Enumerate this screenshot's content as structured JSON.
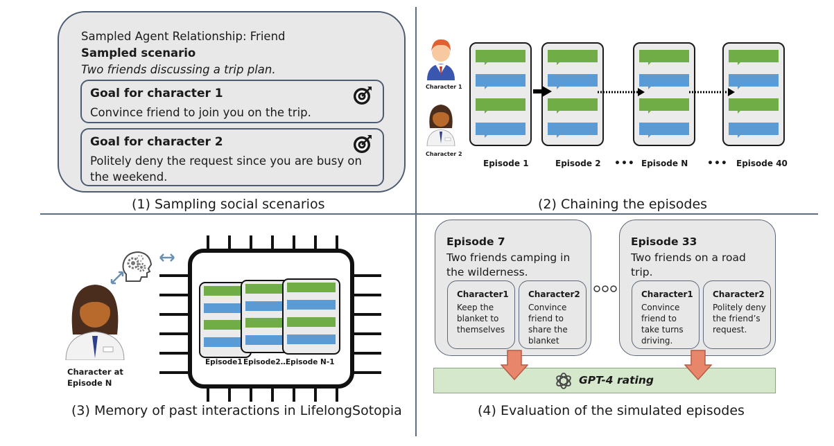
{
  "panel1": {
    "relationship": "Sampled Agent Relationship: Friend",
    "scenario_heading": "Sampled scenario",
    "scenario_text": "Two friends discussing a trip plan.",
    "goal1_title": "Goal for character 1",
    "goal1_text": "Convince friend to join you on the trip.",
    "goal2_title": "Goal for character 2",
    "goal2_text": "Politely deny the request since you are busy on the weekend.",
    "caption": "(1) Sampling social scenarios"
  },
  "panel2": {
    "character1": "Character 1",
    "character2": "Character 2",
    "episodes": [
      "Episode 1",
      "Episode 2",
      "Episode N",
      "Episode 40"
    ],
    "ellipsis": "•••",
    "caption": "(2) Chaining the episodes"
  },
  "panel3": {
    "character_label_1": "Character at",
    "character_label_2": "Episode N",
    "episodes": [
      "Episode1",
      "Episode2…",
      "Episode N-1"
    ],
    "caption": "(3) Memory of past interactions in LifelongSotopia"
  },
  "panel4": {
    "episode_a": {
      "title": "Episode 7",
      "desc": "Two friends camping in the wilderness.",
      "c1_title": "Character1",
      "c1_text": "Keep the blanket to themselves",
      "c2_title": "Character2",
      "c2_text": "Convince friend to share the blanket"
    },
    "episode_b": {
      "title": "Episode 33",
      "desc": "Two friends on a road trip.",
      "c1_title": "Character1",
      "c1_text": "Convince friend to take turns driving.",
      "c2_title": "Character2",
      "c2_text": "Politely deny the friend’s request."
    },
    "rating": "GPT-4 rating",
    "caption": "(4) Evaluation of the simulated episodes"
  },
  "colors": {
    "bubble_green": "#70ad47",
    "bubble_blue": "#5b9bd5",
    "arrow_salmon": "#e8866c",
    "rating_green": "#d5e8cc"
  },
  "icons": [
    "target-icon",
    "person-male-icon",
    "person-female-icon",
    "brain-gears-icon",
    "openai-logo-icon",
    "double-arrow-icon"
  ]
}
